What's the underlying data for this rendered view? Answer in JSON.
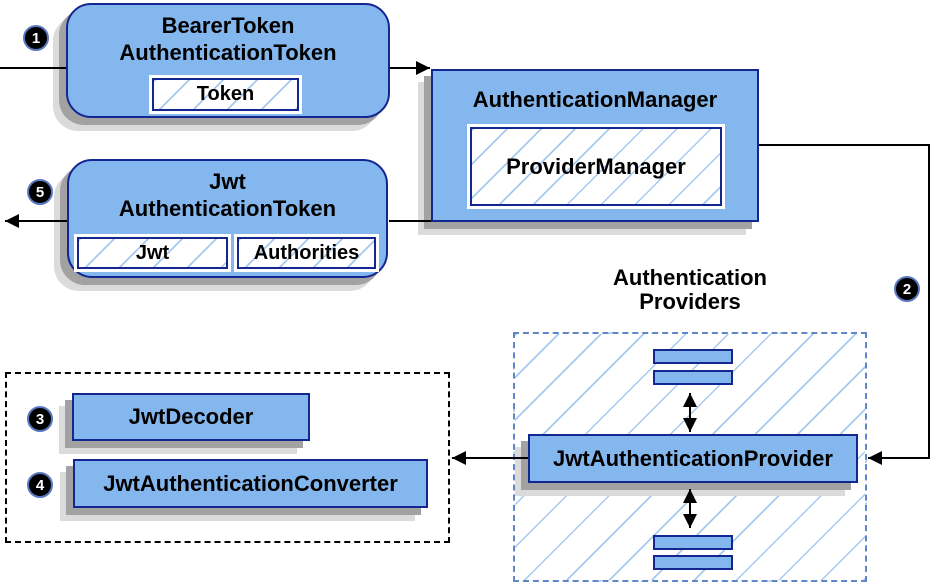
{
  "diagram": {
    "badges": {
      "step1": "1",
      "step2": "2",
      "step3": "3",
      "step4": "4",
      "step5": "5"
    },
    "bearer_token_box": {
      "title_line1": "BearerToken",
      "title_line2": "AuthenticationToken",
      "token_field": "Token"
    },
    "authentication_manager_box": {
      "title": "AuthenticationManager",
      "provider_manager_field": "ProviderManager"
    },
    "jwt_authentication_token_box": {
      "title_line1": "Jwt",
      "title_line2": "AuthenticationToken",
      "jwt_field": "Jwt",
      "authorities_field": "Authorities"
    },
    "authentication_providers_group": {
      "label_line1": "Authentication",
      "label_line2": "Providers",
      "provider_box_label": "JwtAuthenticationProvider"
    },
    "jwt_decoder_box": {
      "label": "JwtDecoder"
    },
    "jwt_authentication_converter_box": {
      "label": "JwtAuthenticationConverter"
    },
    "colors": {
      "box_fill": "#85b7ef",
      "box_border": "#14268f",
      "hatch_line": "#a5c9f0",
      "dashed_blue_border": "#5e86c9",
      "dashed_black_border": "#000000",
      "shadow_dark": "#a2a2a2",
      "shadow_light": "#dbdbdb",
      "arrow": "#000000",
      "badge_fill": "#000000",
      "badge_text": "#ffffff"
    }
  }
}
